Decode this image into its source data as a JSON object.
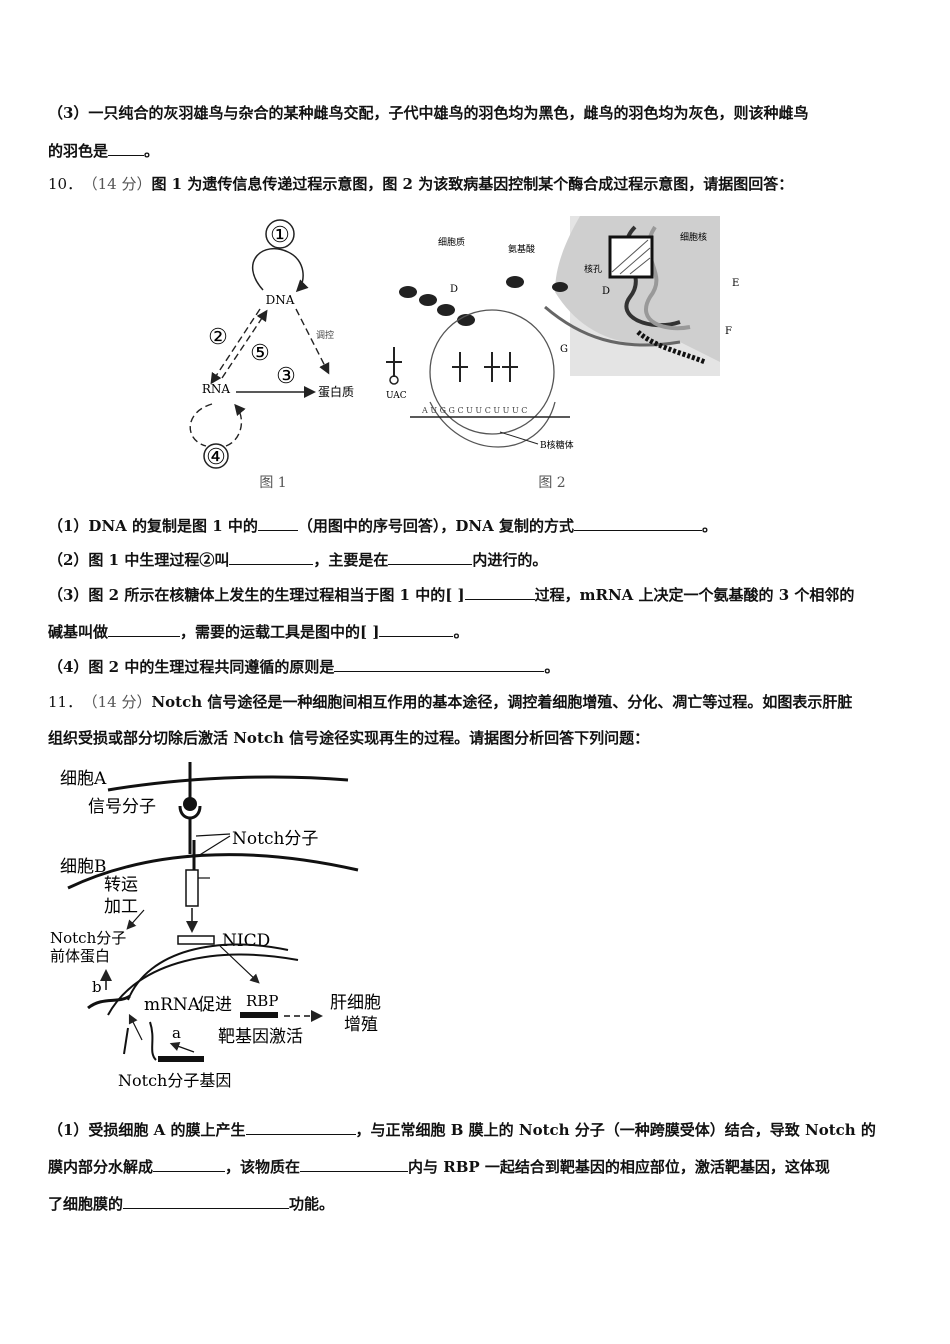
{
  "q9": {
    "p3_line1": "（3）一只纯合的灰羽雄鸟与杂合的某种雌鸟交配，子代中雄鸟的羽色均为黑色，雌鸟的羽色均为灰色，则该种雌鸟",
    "p3_line2_prefix": "的羽色是",
    "p3_line2_suffix": "。"
  },
  "q10": {
    "number": "10．",
    "score": "（14 分）",
    "stem": "图 1 为遗传信息传递过程示意图，图 2 为该致病基因控制某个酶合成过程示意图，请据图回答：",
    "fig1": {
      "caption": "图 1",
      "dna": "DNA",
      "rna": "RNA",
      "protein": "蛋白质",
      "regulate": "调控",
      "c1": "①",
      "c2": "②",
      "c3": "③",
      "c4": "④",
      "c5": "⑤"
    },
    "fig2": {
      "caption": "图 2",
      "cytoplasm": "细胞质",
      "amino_acid": "氨基酸",
      "nucleus": "细胞核",
      "pore": "核孔",
      "D": "D",
      "D2": "D",
      "E": "E",
      "F": "F",
      "G": "G",
      "uac": "UAC",
      "mrna_seq": "A U G G C U U C U U U C",
      "ribosome": "B核糖体"
    },
    "sub1": [
      "（1）DNA 的复制是图 1 中的",
      "（用图中的序号回答），DNA 复制的方式",
      "。"
    ],
    "sub2": [
      "（2）图 1 中生理过程②叫",
      "，主要是在",
      "内进行的。"
    ],
    "sub3_line1": [
      "（3）图 2 所示在核糖体上发生的生理过程相当于图 1 中的[  ]",
      "过程，mRNA 上决定一个氨基酸的 3 个相邻的"
    ],
    "sub3_line2": [
      "碱基叫做",
      "，需要的运载工具是图中的[    ]",
      "。"
    ],
    "sub4": [
      "（4）图 2 中的生理过程共同遵循的原则是",
      "。"
    ]
  },
  "q11": {
    "number": "11．",
    "score": "（14 分）",
    "stem_line1": "Notch 信号途径是一种细胞间相互作用的基本途径，调控着细胞增殖、分化、凋亡等过程。如图表示肝脏",
    "stem_line2": "组织受损或部分切除后激活 Notch 信号途径实现再生的过程。请据图分析回答下列问题：",
    "fig": {
      "cell_a": "细胞A",
      "signal": "信号分子",
      "notch": "Notch分子",
      "cell_b": "细胞B",
      "transport1": "转运",
      "transport2": "加工",
      "nicd": "NICD",
      "precursor1": "Notch分子",
      "precursor2": "前体蛋白",
      "b": "b",
      "mrna": "mRNA",
      "promote": "促进",
      "rbp": "RBP",
      "liver1": "肝细胞",
      "liver2": "增殖",
      "a": "a",
      "target": "靶基因激活",
      "gene": "Notch分子基因"
    },
    "sub1_line1": [
      "（1）受损细胞 A 的膜上产生",
      "，与正常细胞 B 膜上的 Notch 分子（一种跨膜受体）结合，导致 Notch 的"
    ],
    "sub1_line2": [
      "膜内部分水解成",
      "，该物质在",
      "内与 RBP 一起结合到靶基因的相应部位，激活靶基因，这体现"
    ],
    "sub1_line3": [
      "了细胞膜的",
      "功能。"
    ]
  }
}
